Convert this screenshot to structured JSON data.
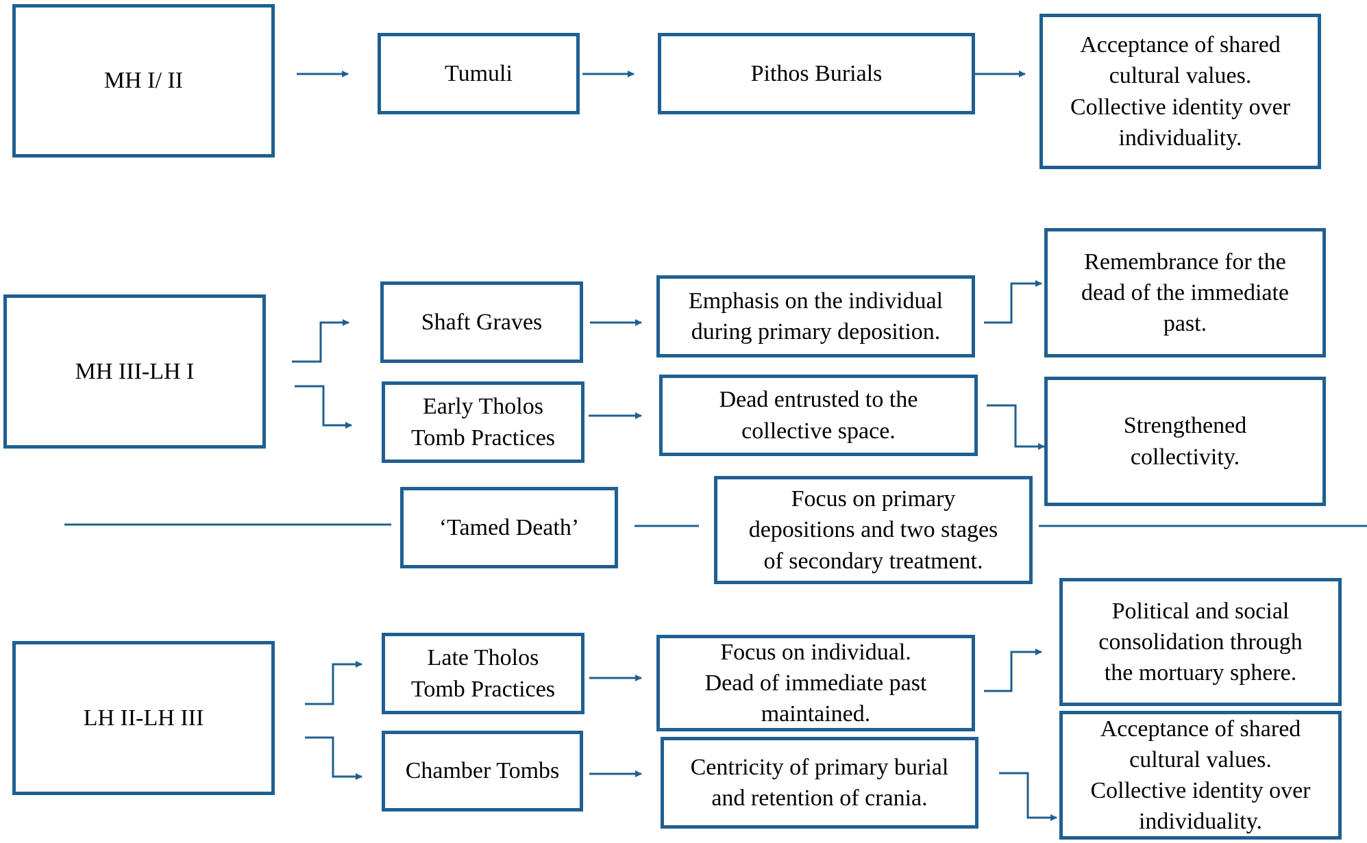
{
  "colors": {
    "stroke": "#1f5f91",
    "text": "#000000",
    "background": "#ffffff"
  },
  "rows": {
    "mh12": {
      "period": "MH I/ II",
      "tumuli": "Tumuli",
      "pithos": "Pithos Burials",
      "outcome": "Acceptance of shared\ncultural values.\nCollective identity over\nindividuality."
    },
    "mh3": {
      "period": "MH III-LH I",
      "shaft": "Shaft Graves",
      "early_tholos": "Early Tholos\nTomb Practices",
      "emphasis": "Emphasis on the individual\nduring primary deposition.",
      "entrusted": "Dead entrusted to the\ncollective space.",
      "remembrance": "Remembrance for the\ndead of the immediate\npast.",
      "strengthened": "Strengthened\ncollectivity."
    },
    "divider": {
      "tamed": "‘Tamed Death’",
      "focus": "Focus on primary\ndepositions and two stages\nof secondary treatment."
    },
    "lh": {
      "period": "LH II-LH III",
      "late_tholos": "Late Tholos\nTomb Practices",
      "chamber": "Chamber Tombs",
      "focus_individual": "Focus on individual.\nDead of immediate past\nmaintained.",
      "centricity": "Centricity of primary burial\nand retention of crania.",
      "political": "Political and social\nconsolidation through\nthe mortuary sphere.",
      "acceptance": "Acceptance of shared\ncultural values.\nCollective identity over\nindividuality."
    }
  }
}
